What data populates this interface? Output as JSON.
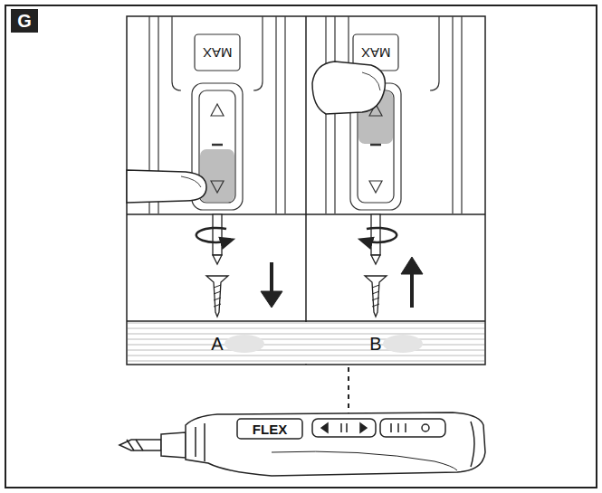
{
  "diagram": {
    "labels": [
      "G",
      "MAX",
      "MAX",
      "A",
      "B",
      "FLEX"
    ]
  }
}
